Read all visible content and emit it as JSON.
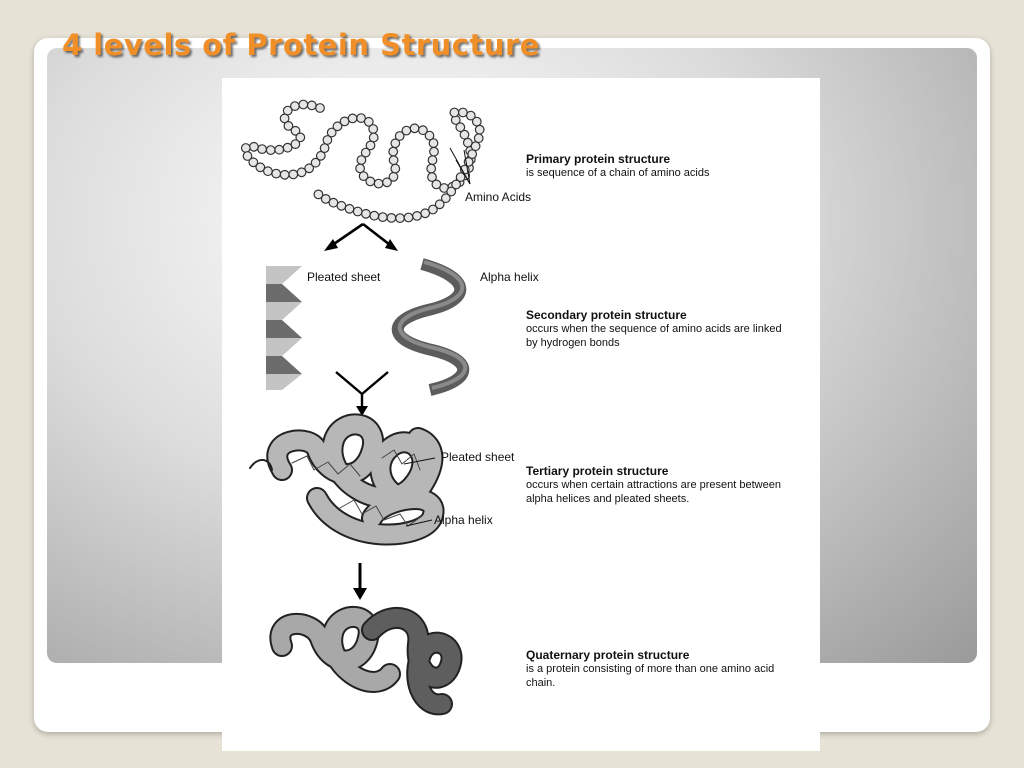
{
  "slide": {
    "title": "4 levels of Protein Structure"
  },
  "figure": {
    "primary": {
      "heading": "Primary protein structure",
      "description": "is sequence of a chain of amino acids",
      "amino_acids_label": "Amino Acids"
    },
    "secondary": {
      "heading": "Secondary protein structure",
      "description": "occurs when the sequence of amino acids are linked by hydrogen bonds",
      "pleated_sheet_label": "Pleated sheet",
      "alpha_helix_label": "Alpha helix"
    },
    "tertiary": {
      "heading": "Tertiary protein structure",
      "description": "occurs when certain attractions are present between alpha helices and pleated sheets.",
      "pleated_sheet_label": "Pleated sheet",
      "alpha_helix_label": "Alpha helix"
    },
    "quaternary": {
      "heading": "Quaternary protein structure",
      "description": "is a protein consisting of more than one amino acid chain."
    }
  }
}
